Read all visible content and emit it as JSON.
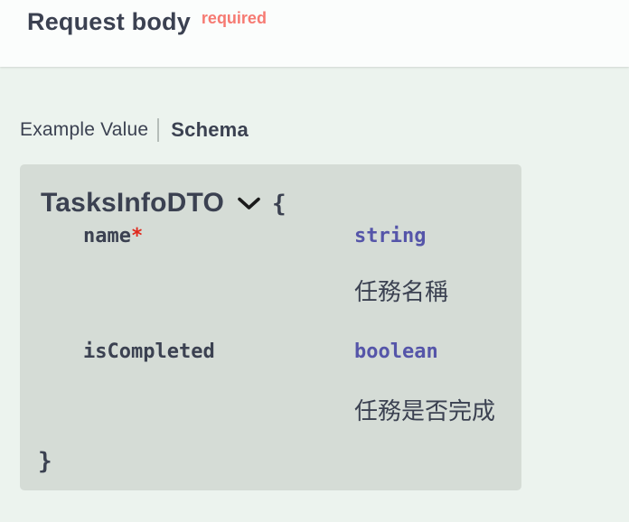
{
  "header": {
    "title": "Request body",
    "required_label": "required"
  },
  "tabs": [
    {
      "label": "Example Value",
      "active": false
    },
    {
      "label": "Schema",
      "active": true
    }
  ],
  "model": {
    "title": "TasksInfoDTO",
    "open_brace": "{",
    "close_brace": "}",
    "required_star": "*",
    "properties": [
      {
        "name": "name",
        "required": true,
        "type": "string",
        "description": "任務名稱"
      },
      {
        "name": "isCompleted",
        "required": false,
        "type": "boolean",
        "description": "任務是否完成"
      }
    ]
  },
  "icons": {
    "model_toggle": "chevron-down-icon"
  },
  "colors": {
    "text": "#3b4151",
    "required_label": "#f67a72",
    "required_star": "#e0281c",
    "prop_type": "#5555a9",
    "model_box_bg": "#d5dcd6",
    "body_bg": "#ecf3ee",
    "header_bg": "#fbfdfc"
  }
}
